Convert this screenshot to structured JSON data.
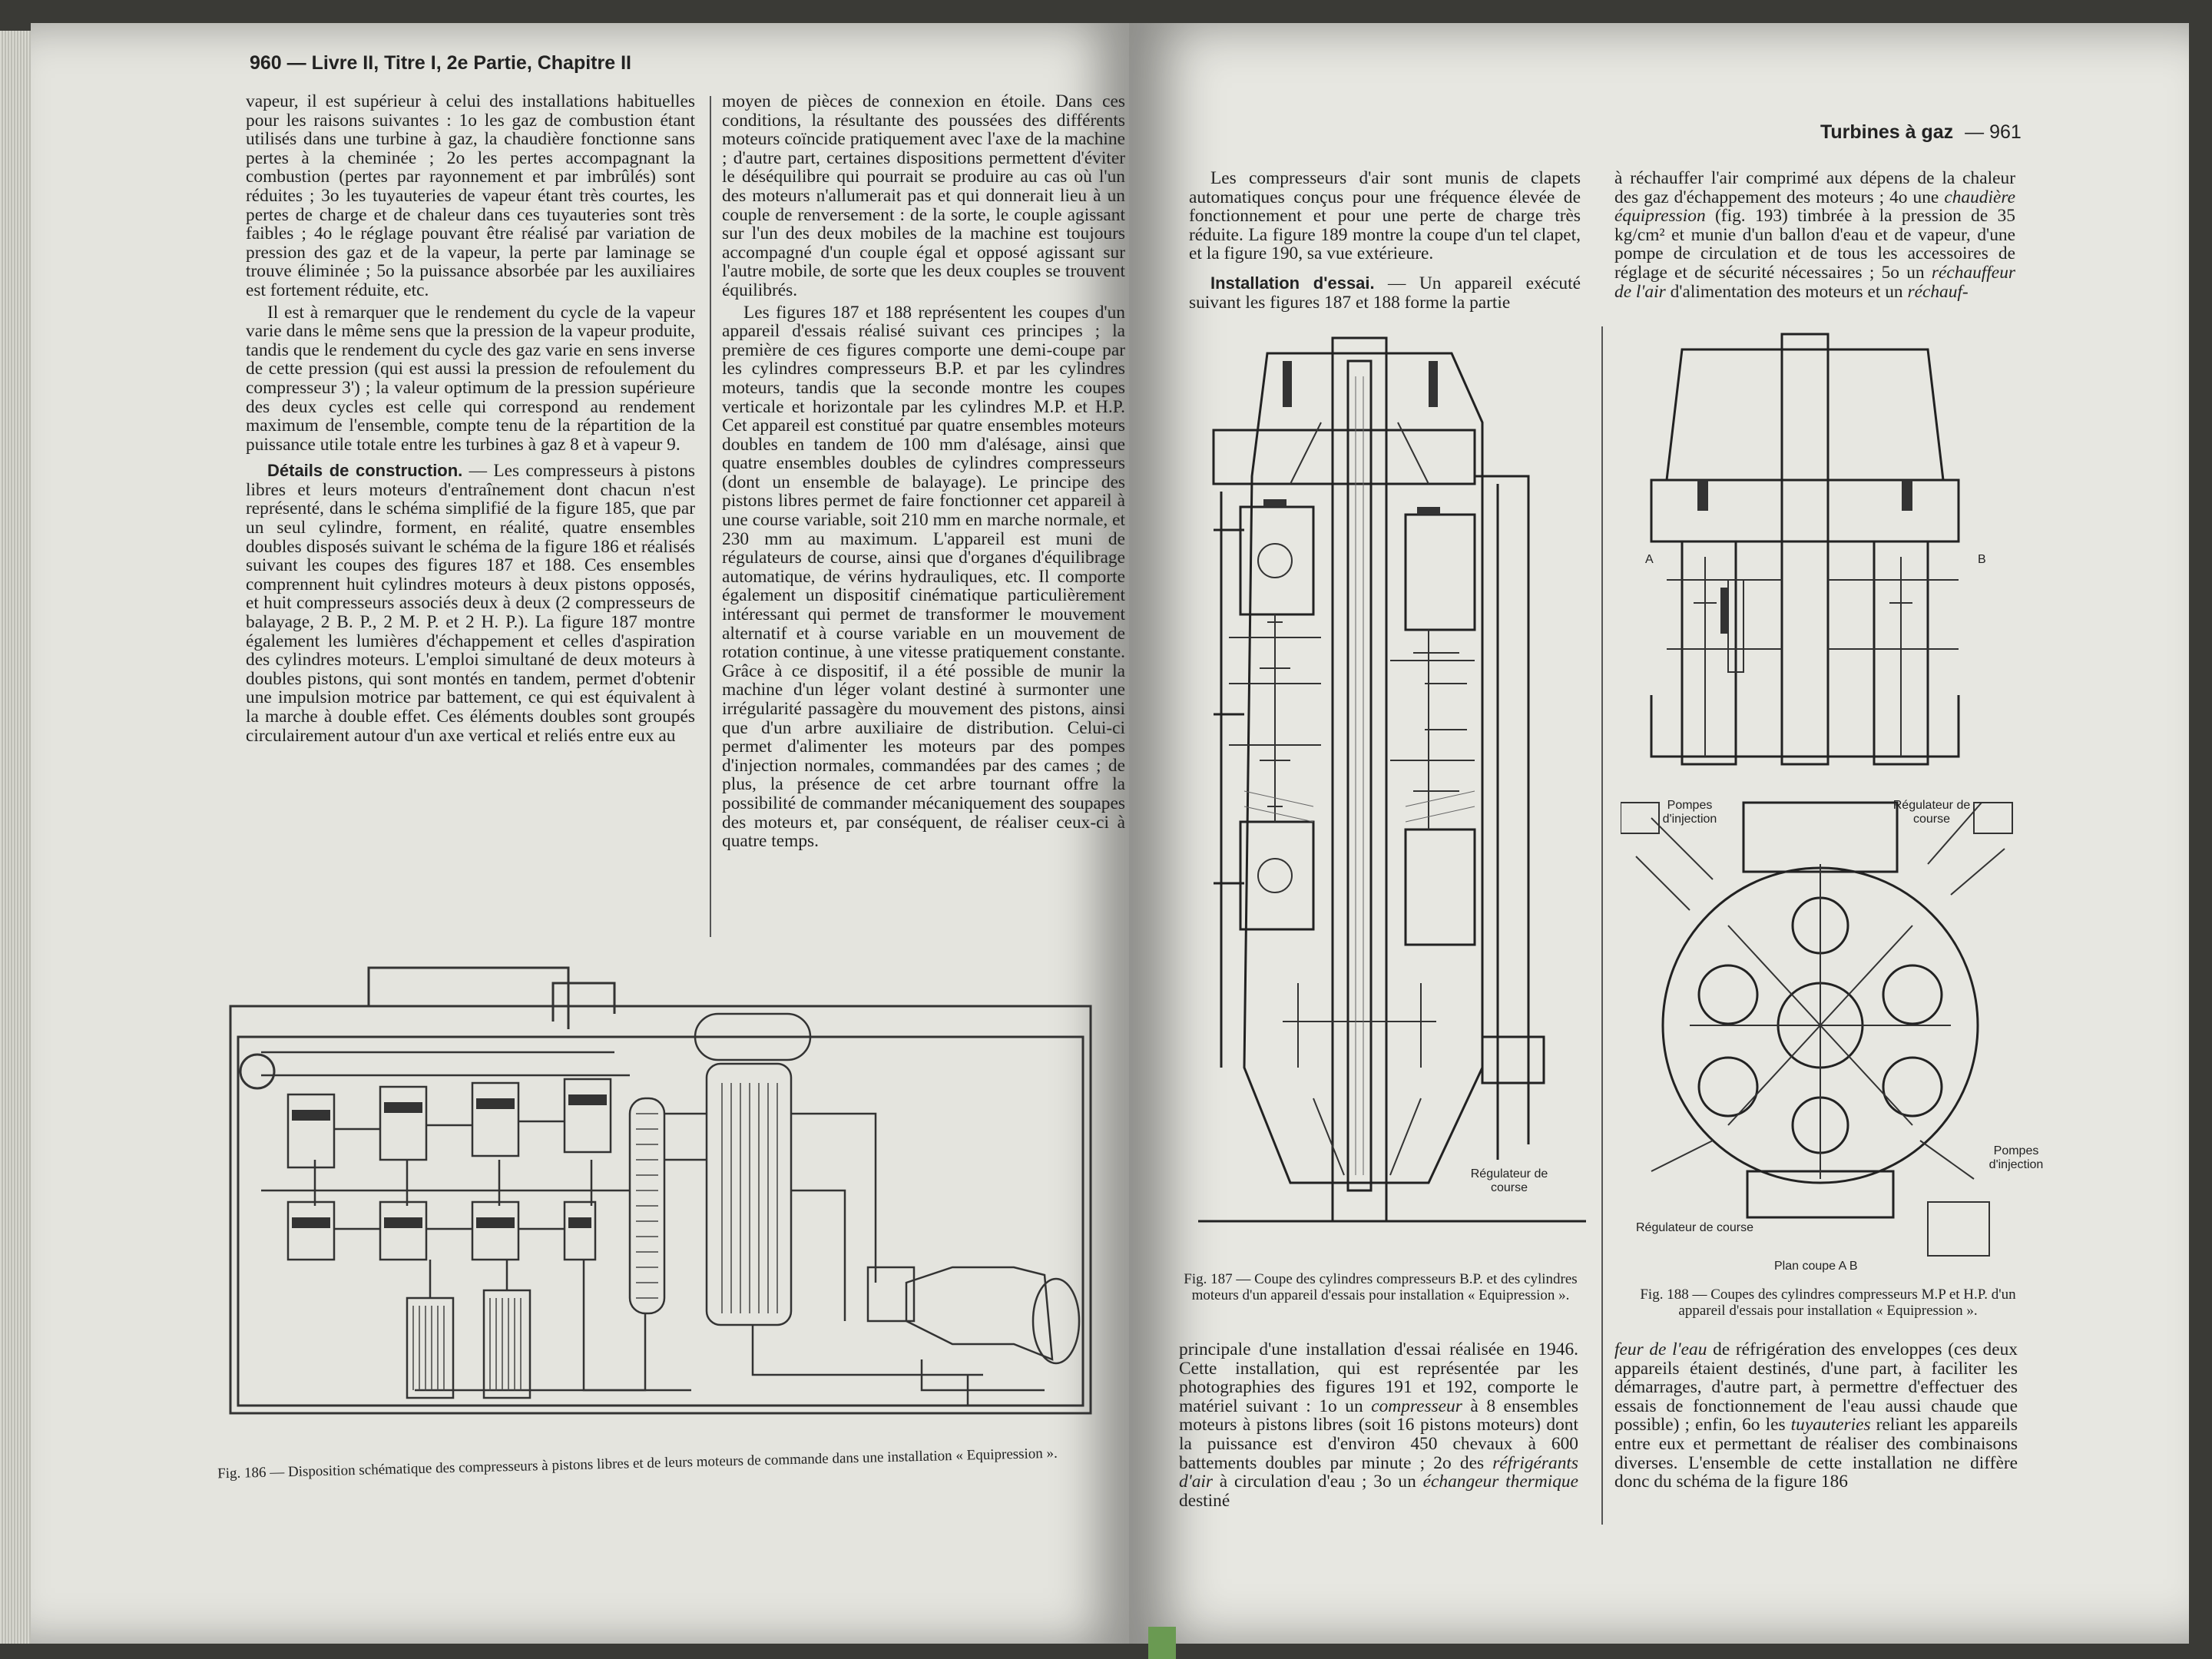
{
  "left_page": {
    "header": "960 — Livre II, Titre I, 2e Partie, Chapitre II",
    "col1": {
      "p1": "vapeur, il est supérieur à celui des installations habituelles pour les raisons suivantes : 1o les gaz de combustion étant utilisés dans une turbine à gaz, la chaudière fonctionne sans pertes à la cheminée ; 2o les pertes accompagnant la combustion (pertes par rayonnement et par imbrûlés) sont réduites ; 3o les tuyauteries de vapeur étant très courtes, les pertes de charge et de chaleur dans ces tuyauteries sont très faibles ; 4o le réglage pouvant être réalisé par variation de pression des gaz et de la vapeur, la perte par laminage se trouve éliminée ; 5o la puissance absorbée par les auxiliaires est fortement réduite, etc.",
      "p2": "Il est à remarquer que le rendement du cycle de la vapeur varie dans le même sens que la pression de la vapeur produite, tandis que le rendement du cycle des gaz varie en sens inverse de cette pression (qui est aussi la pression de refoulement du compresseur 3') ; la valeur optimum de la pression supérieure des deux cycles est celle qui correspond au rendement maximum de l'ensemble, compte tenu de la répartition de la puissance utile totale entre les turbines à gaz 8 et à vapeur 9.",
      "sec_title": "Détails de construction.",
      "p3": " — Les compresseurs à pistons libres et leurs moteurs d'entraînement dont chacun n'est représenté, dans le schéma simplifié de la figure 185, que par un seul cylindre, forment, en réalité, quatre ensembles doubles disposés suivant le schéma de la figure 186 et réalisés suivant les coupes des figures 187 et 188. Ces ensembles comprennent huit cylindres moteurs à deux pistons opposés, et huit compresseurs associés deux à deux (2 compresseurs de balayage, 2 B. P., 2 M. P. et 2 H. P.). La figure 187 montre également les lumières d'échappement et celles d'aspiration des cylindres moteurs. L'emploi simultané de deux moteurs à doubles pistons, qui sont montés en tandem, permet d'obtenir une impulsion motrice par battement, ce qui est équivalent à la marche à double effet. Ces éléments doubles sont groupés circulairement autour d'un axe vertical et reliés entre eux au"
    },
    "col2": {
      "p1": "moyen de pièces de connexion en étoile. Dans ces conditions, la résultante des poussées des différents moteurs coïncide pratiquement avec l'axe de la machine ; d'autre part, certaines dispositions permettent d'éviter le déséquilibre qui pourrait se produire au cas où l'un des moteurs n'allumerait pas et qui donnerait lieu à un couple de renversement : de la sorte, le couple agissant sur l'un des deux mobiles de la machine est toujours accompagné d'un couple égal et opposé agissant sur l'autre mobile, de sorte que les deux couples se trouvent équilibrés.",
      "p2": "Les figures 187 et 188 représentent les coupes d'un appareil d'essais réalisé suivant ces principes ; la première de ces figures comporte une demi-coupe par les cylindres compresseurs B.P. et par les cylindres moteurs, tandis que la seconde montre les coupes verticale et horizontale par les cylindres M.P. et H.P. Cet appareil est constitué par quatre ensembles moteurs doubles en tandem de 100 mm d'alésage, ainsi que quatre ensembles doubles de cylindres compresseurs (dont un ensemble de balayage). Le principe des pistons libres permet de faire fonctionner cet appareil à une course variable, soit 210 mm en marche normale, et 230 mm au maximum. L'appareil est muni de régulateurs de course, ainsi que d'organes d'équilibrage automatique, de vérins hydrauliques, etc. Il comporte également un dispositif cinématique particulièrement intéressant qui permet de transformer le mouvement alternatif et à course variable en un mouvement de rotation continue, à une vitesse pratiquement constante. Grâce à ce dispositif, il a été possible de munir la machine d'un léger volant destiné à surmonter une irrégularité passagère du mouvement des pistons, ainsi que d'un arbre auxiliaire de distribution. Celui-ci permet d'alimenter les moteurs par des pompes d'injection normales, commandées par des cames ; de plus, la présence de cet arbre tournant offre la possibilité de commander mécaniquement des soupapes des moteurs et, par conséquent, de réaliser ceux-ci à quatre temps."
    },
    "fig186_caption": "Fig. 186 — Disposition schématique des compresseurs à pistons libres et de leurs moteurs de commande dans une installation « Equipression »."
  },
  "right_page": {
    "header_title": "Turbines à gaz",
    "header_page": "— 961",
    "col1_top": "Les compresseurs d'air sont munis de clapets automatiques conçus pour une fréquence élevée de fonctionnement et pour une perte de charge très réduite. La figure 189 montre la coupe d'un tel clapet, et la figure 190, sa vue extérieure.",
    "sec_title": "Installation d'essai.",
    "col1_sec": " — Un appareil exécuté suivant les figures 187 et 188 forme la partie",
    "col2_top_a": "à réchauffer l'air comprimé aux dépens de la chaleur des gaz d'échappement des moteurs ; 4o une ",
    "col2_top_i1": "chaudière équipression",
    "col2_top_b": " (fig. 193) timbrée à la pression de 35 kg/cm² et munie d'un ballon d'eau et de vapeur, d'une pompe de circulation et de tous les accessoires de réglage et de sécurité nécessaires ; 5o un ",
    "col2_top_i2": "réchauffeur de l'air",
    "col2_top_c": " d'alimentation des moteurs et un ",
    "col2_top_i3": "réchauf-",
    "fig187_label_regulateur": "Régulateur de course",
    "fig187_caption": "Fig. 187 — Coupe des cylindres compresseurs B.P. et des cylindres moteurs d'un appareil d'essais pour installation « Equipression ».",
    "fig188_label_a": "A",
    "fig188_label_b": "B",
    "fig188_label_pompes1": "Pompes d'injection",
    "fig188_label_regul1": "Régulateur de course",
    "fig188_label_pompes2": "Pompes d'injection",
    "fig188_label_regul2": "Régulateur de course",
    "fig188_label_plan": "Plan coupe A B",
    "fig188_caption": "Fig. 188 — Coupes des cylindres compresseurs M.P et H.P. d'un appareil d'essais pour installation « Equipression ».",
    "col1_bottom_a": "principale d'une installation d'essai réalisée en 1946. Cette installation, qui est représentée par les photographies des figures 191 et 192, comporte le matériel suivant : 1o un ",
    "col1_bottom_i1": "compresseur",
    "col1_bottom_b": " à 8 ensembles moteurs à pistons libres (soit 16 pistons moteurs) dont la puissance est d'environ 450 chevaux à 600 battements doubles par minute ; 2o des ",
    "col1_bottom_i2": "réfrigérants d'air",
    "col1_bottom_c": " à circulation d'eau ; 3o un ",
    "col1_bottom_i3": "échangeur thermique",
    "col1_bottom_d": " destiné",
    "col2_bottom_i1": "feur de l'eau",
    "col2_bottom_a": " de réfrigération des enveloppes (ces deux appareils étaient destinés, d'une part, à faciliter les démarrages, d'autre part, à permettre d'effectuer des essais de fonctionnement de l'eau aussi chaude que possible) ; enfin, 6o les ",
    "col2_bottom_i2": "tuyauteries",
    "col2_bottom_b": " reliant les appareils entre eux et permettant de réaliser des combinaisons diverses. L'ensemble de cette installation ne diffère donc du schéma de la figure 186"
  }
}
